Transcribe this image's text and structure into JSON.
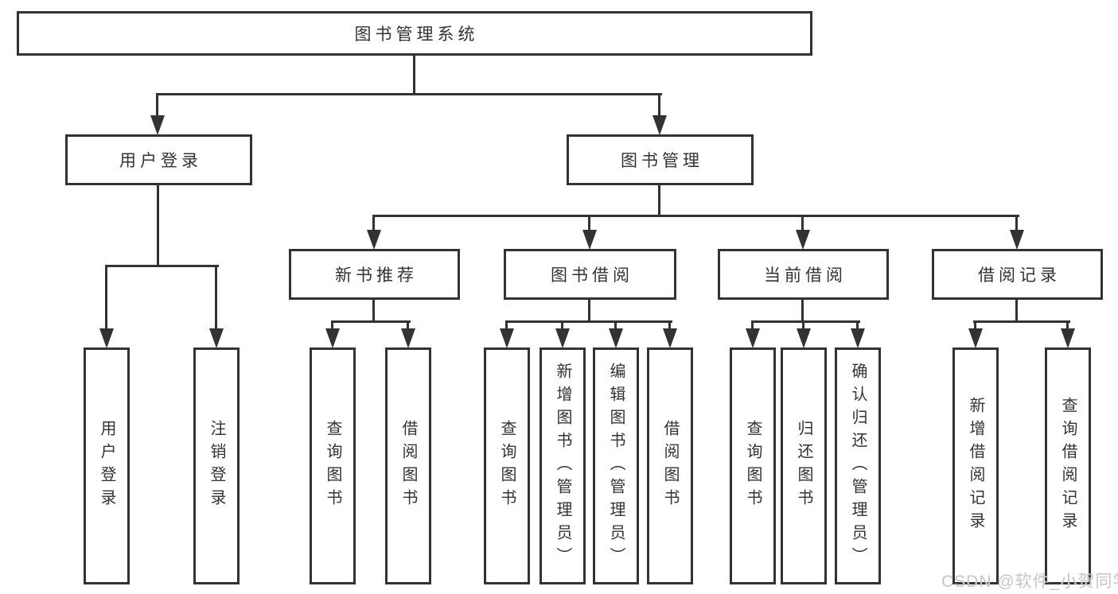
{
  "tree": {
    "root": {
      "label": "图书管理系统"
    },
    "branches": [
      {
        "label": "用户登录",
        "children": [
          {
            "label": "用户登录"
          },
          {
            "label": "注销登录"
          }
        ]
      },
      {
        "label": "图书管理",
        "children": [
          {
            "label": "新书推荐",
            "children": [
              {
                "label": "查询图书"
              },
              {
                "label": "借阅图书"
              }
            ]
          },
          {
            "label": "图书借阅",
            "children": [
              {
                "label": "查询图书"
              },
              {
                "label": "新增图书（管理员）"
              },
              {
                "label": "编辑图书（管理员）"
              },
              {
                "label": "借阅图书"
              }
            ]
          },
          {
            "label": "当前借阅",
            "children": [
              {
                "label": "查询图书"
              },
              {
                "label": "归还图书"
              },
              {
                "label": "确认归还（管理员）"
              }
            ]
          },
          {
            "label": "借阅记录",
            "children": [
              {
                "label": "新增借阅记录"
              },
              {
                "label": "查询借阅记录"
              }
            ]
          }
        ]
      }
    ]
  },
  "watermark": "CSDN @软件_小贺同学",
  "colors": {
    "line": "#333333",
    "text": "#333333",
    "background": "#ffffff",
    "watermark": "#c6c6c6"
  }
}
